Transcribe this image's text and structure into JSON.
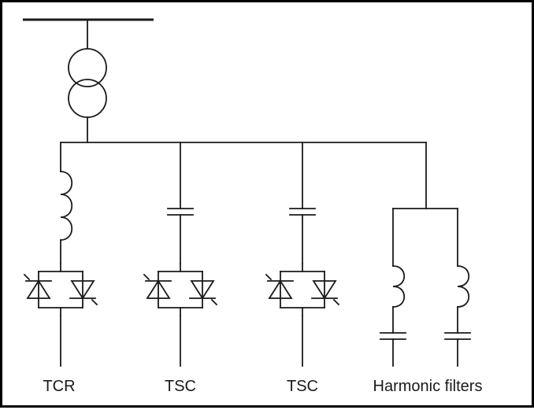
{
  "diagram": {
    "labels": {
      "tcr": "TCR",
      "tsc_1": "TSC",
      "tsc_2": "TSC",
      "harmonic_filters": "Harmonic filters"
    },
    "colors": {
      "line": "#1a1a1a",
      "frame": "#000000",
      "background": "#ffffff"
    }
  }
}
